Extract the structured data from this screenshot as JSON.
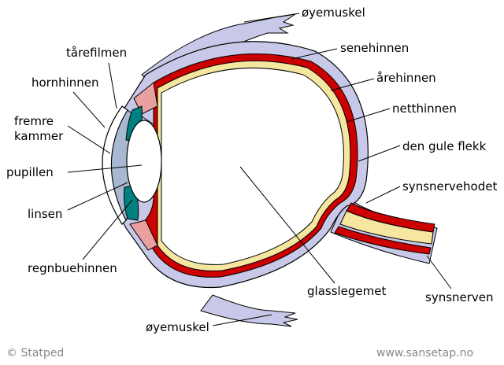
{
  "labels": {
    "oyemuskel_top": "øyemuskel",
    "oyemuskel_bottom": "øyemuskel",
    "senehinnen": "senehinnen",
    "arehinnen": "årehinnen",
    "netthinnen": "netthinnen",
    "den_gule_flekk": "den gule flekk",
    "synsnervehodet": "synsnervehodet",
    "glasslegemet": "glasslegemet",
    "synsnerven": "synsnerven",
    "tarefilmen": "tårefilmen",
    "hornhinnen": "hornhinnen",
    "fremre_kammer_1": "fremre",
    "fremre_kammer_2": "kammer",
    "pupillen": "pupillen",
    "linsen": "linsen",
    "regnbuehinnen": "regnbuehinnen"
  },
  "footer": {
    "copyright": "© Statped",
    "website": "www.sansetap.no"
  },
  "colors": {
    "sclera": "#c8c8e8",
    "choroid": "#cc0000",
    "retina": "#f5e6a0",
    "cornea": "#ffffff",
    "aqueous": "#a8b8d0",
    "iris": "#008080",
    "ciliary": "#e8a0a0"
  }
}
